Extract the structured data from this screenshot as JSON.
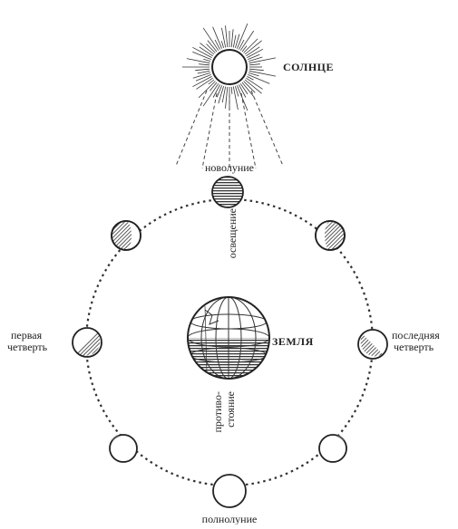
{
  "labels": {
    "sun": "СОЛНЦЕ",
    "earth": "ЗЕМЛЯ",
    "new_moon": "новолуние",
    "first_quarter_line1": "первая",
    "first_quarter_line2": "четверть",
    "last_quarter_line1": "последняя",
    "last_quarter_line2": "четверть",
    "full_moon": "полнолуние",
    "daylight_side": "освещение",
    "opposite_line1": "противо-",
    "opposite_line2": "стояние"
  },
  "colors": {
    "ink": "#222222",
    "shade": "#555555",
    "background": "#ffffff"
  }
}
